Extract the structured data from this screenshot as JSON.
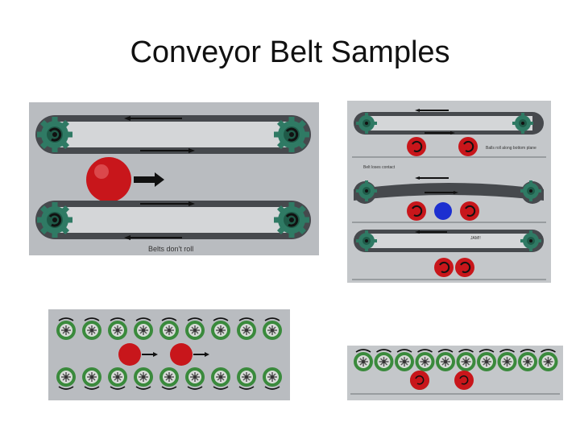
{
  "slide": {
    "title": "Conveyor Belt Samples"
  },
  "panels": {
    "belt_pair": {
      "caption": "Belts don't roll"
    },
    "bottom_plane": {
      "caption_top": "Balls roll along bottom plane",
      "caption_mid": "Belt loses contact",
      "caption_jam": "JAM!!"
    }
  },
  "colors": {
    "belt": "#46494d",
    "gear": "#2f7a64",
    "roller": "#3a8a3c",
    "ball_red": "#c8161b",
    "ball_blue": "#1c2fd0",
    "arrow": "#111111"
  }
}
